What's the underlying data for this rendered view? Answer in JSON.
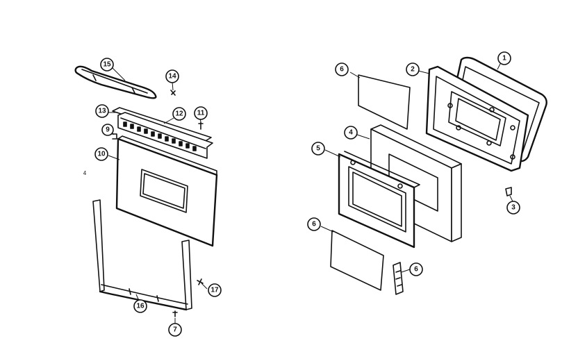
{
  "callouts": [
    {
      "id": "c1",
      "label": "1"
    },
    {
      "id": "c2",
      "label": "2"
    },
    {
      "id": "c3",
      "label": "3"
    },
    {
      "id": "c4",
      "label": "4"
    },
    {
      "id": "c5",
      "label": "5"
    },
    {
      "id": "c6a",
      "label": "6"
    },
    {
      "id": "c6b",
      "label": "6"
    },
    {
      "id": "c6c",
      "label": "6"
    },
    {
      "id": "c7",
      "label": "7"
    },
    {
      "id": "c9",
      "label": "9"
    },
    {
      "id": "c10",
      "label": "10"
    },
    {
      "id": "c11",
      "label": "11"
    },
    {
      "id": "c12",
      "label": "12"
    },
    {
      "id": "c13",
      "label": "13"
    },
    {
      "id": "c14",
      "label": "14"
    },
    {
      "id": "c15",
      "label": "15"
    },
    {
      "id": "c16",
      "label": "16"
    },
    {
      "id": "c17",
      "label": "17"
    }
  ],
  "stray_label": "4"
}
